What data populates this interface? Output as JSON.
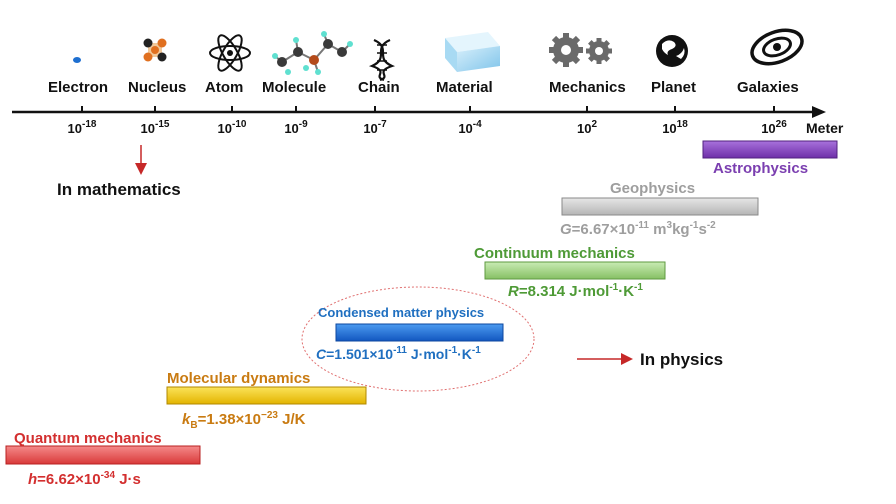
{
  "scale_items": [
    {
      "label": "Electron",
      "icon": "electron-icon"
    },
    {
      "label": "Nucleus",
      "icon": "nucleus-icon"
    },
    {
      "label": "Atom",
      "icon": "atom-icon"
    },
    {
      "label": "Molecule",
      "icon": "molecule-icon"
    },
    {
      "label": "Chain",
      "icon": "dna-chain-icon"
    },
    {
      "label": "Material",
      "icon": "material-cube-icon"
    },
    {
      "label": "Mechanics",
      "icon": "gears-icon"
    },
    {
      "label": "Planet",
      "icon": "globe-icon"
    },
    {
      "label": "Galaxies",
      "icon": "galaxy-icon"
    }
  ],
  "axis": {
    "unit": "Meter",
    "ticks": [
      {
        "base": "10",
        "exp": "-18"
      },
      {
        "base": "10",
        "exp": "-15"
      },
      {
        "base": "10",
        "exp": "-10"
      },
      {
        "base": "10",
        "exp": "-9"
      },
      {
        "base": "10",
        "exp": "-7"
      },
      {
        "base": "10",
        "exp": "-4"
      },
      {
        "base": "10",
        "exp": "2"
      },
      {
        "base": "10",
        "exp": "18"
      },
      {
        "base": "10",
        "exp": "26"
      }
    ]
  },
  "notes": {
    "mathematics": "In mathematics",
    "physics": "In physics"
  },
  "fields": [
    {
      "key": "quantum",
      "name": "Quantum mechanics",
      "color": "#d32f2f",
      "bar": "#ee5a5a",
      "constant": [
        {
          "t": "h",
          "i": true
        },
        {
          "t": "=6.62×10"
        },
        {
          "t": "-34",
          "sup": true
        },
        {
          "t": " J·s"
        }
      ]
    },
    {
      "key": "molecular",
      "name": "Molecular dynamics",
      "color": "#c97b12",
      "bar": "#f3c520",
      "constant": [
        {
          "t": "k",
          "i": true
        },
        {
          "t": "B",
          "sub": true
        },
        {
          "t": "=1.38×10"
        },
        {
          "t": "−23",
          "sup": true
        },
        {
          "t": " J/K"
        }
      ]
    },
    {
      "key": "condensed",
      "name": "Condensed matter physics",
      "color": "#1f6fc0",
      "bar": "#1f6fd8",
      "constant": [
        {
          "t": "C",
          "i": true
        },
        {
          "t": "=1.501×10"
        },
        {
          "t": "-11",
          "sup": true
        },
        {
          "t": " J·mol"
        },
        {
          "t": "-1",
          "sup": true
        },
        {
          "t": "·K"
        },
        {
          "t": "-1",
          "sup": true
        }
      ]
    },
    {
      "key": "continuum",
      "name": "Continuum mechanics",
      "color": "#4e9a36",
      "bar": "#a6d68a",
      "constant": [
        {
          "t": "R",
          "i": true
        },
        {
          "t": "=8.314 J·mol"
        },
        {
          "t": "-1",
          "sup": true
        },
        {
          "t": "·K"
        },
        {
          "t": "-1",
          "sup": true
        }
      ]
    },
    {
      "key": "geophysics",
      "name": "Geophysics",
      "color": "#9e9e9e",
      "bar": "#cfcfcf",
      "constant": [
        {
          "t": "G",
          "i": true
        },
        {
          "t": "=6.67×10"
        },
        {
          "t": "-11",
          "sup": true
        },
        {
          "t": " m"
        },
        {
          "t": "3",
          "sup": true
        },
        {
          "t": "kg"
        },
        {
          "t": "-1",
          "sup": true
        },
        {
          "t": "s"
        },
        {
          "t": "-2",
          "sup": true
        }
      ]
    },
    {
      "key": "astrophysics",
      "name": "Astrophysics",
      "color": "#7b3fb0",
      "bar": "#8e4fc6",
      "constant": []
    }
  ]
}
